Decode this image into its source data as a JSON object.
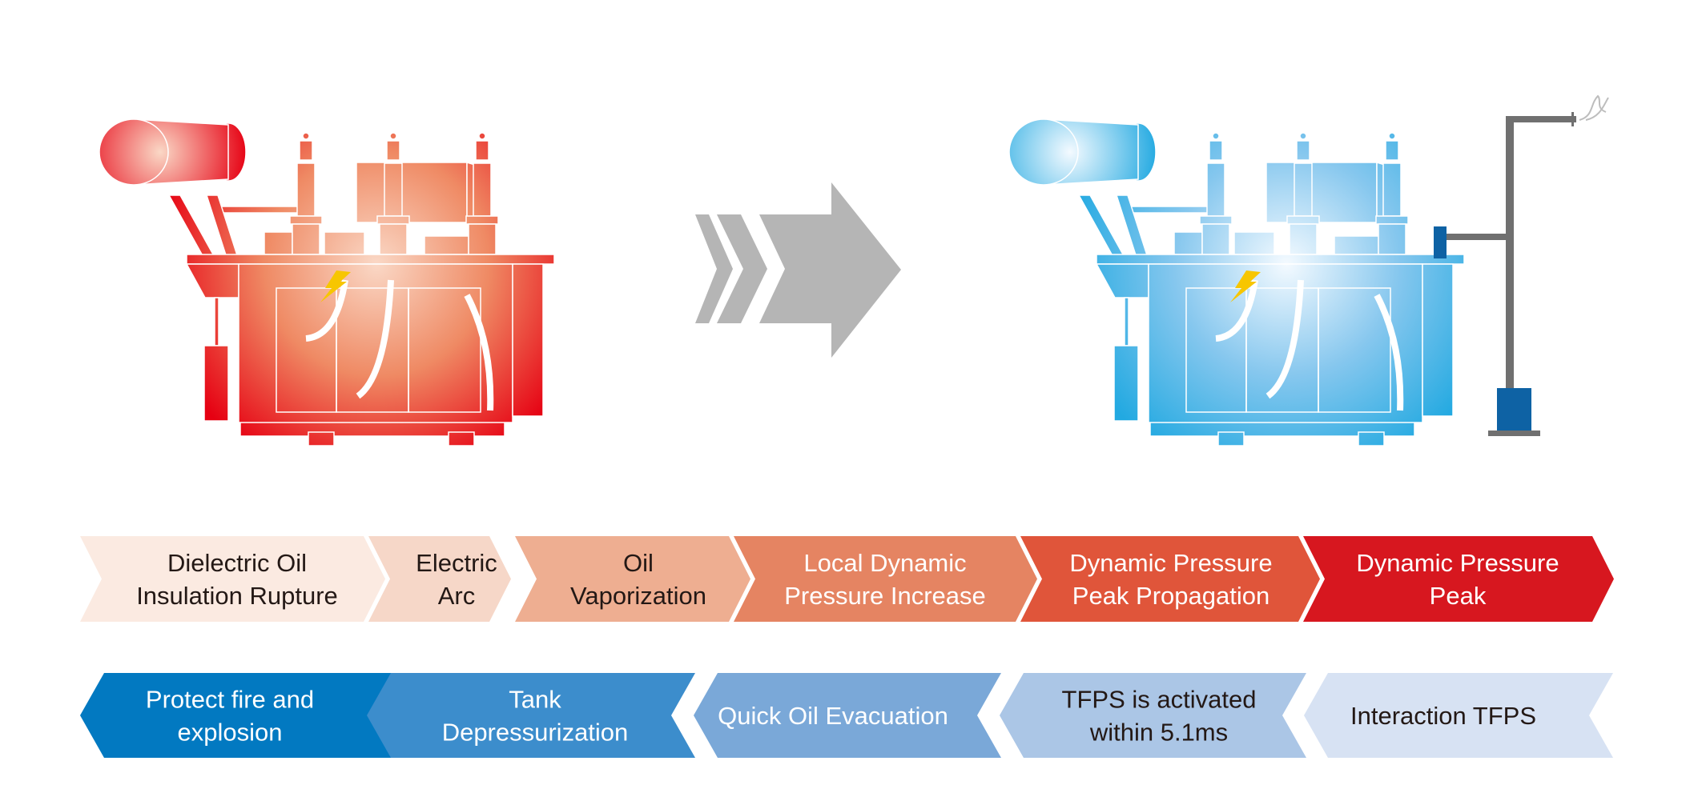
{
  "colors": {
    "red_edge": "#e60012",
    "red_mid": "#ef8a64",
    "red_light": "#fad8c6",
    "blue_edge": "#22a9e1",
    "blue_mid": "#86c7ee",
    "blue_light": "#f4faff",
    "arrow_gray": "#b5b5b5",
    "spark": "#f7c600",
    "pole_gray": "#707070",
    "tank_blue": "#0e62a4"
  },
  "transformers": {
    "before": {
      "icon": "transformer-failure-icon"
    },
    "after": {
      "icon": "transformer-protected-icon"
    }
  },
  "transition_arrow": {
    "icon": "chevron-arrow-right-icon"
  },
  "top_row": [
    {
      "lines": [
        "Dielectric Oil",
        "Insulation Rupture"
      ],
      "color": "#fbeae1"
    },
    {
      "lines": [
        "Electric",
        "Arc"
      ],
      "color": "#f6d7c8"
    },
    {
      "lines": [
        "Oil",
        "Vaporization"
      ],
      "color": "#eeae91"
    },
    {
      "lines": [
        "Local Dynamic",
        "Pressure Increase"
      ],
      "color": "#e58462"
    },
    {
      "lines": [
        "Dynamic Pressure",
        "Peak Propagation"
      ],
      "color": "#e0553a"
    },
    {
      "lines": [
        "Dynamic Pressure",
        "Peak"
      ],
      "color": "#d7171f"
    }
  ],
  "bottom_row": [
    {
      "lines": [
        "Protect fire and",
        "explosion"
      ],
      "color": "#0279c1"
    },
    {
      "lines": [
        "Tank",
        "Depressurization"
      ],
      "color": "#3c8dcc"
    },
    {
      "lines": [
        "Quick Oil Evacuation"
      ],
      "color": "#7aa8d8"
    },
    {
      "lines": [
        "TFPS is activated",
        "within 5.1ms"
      ],
      "color": "#abc6e6"
    },
    {
      "lines": [
        "Interaction TFPS"
      ],
      "color": "#d7e2f3"
    }
  ]
}
